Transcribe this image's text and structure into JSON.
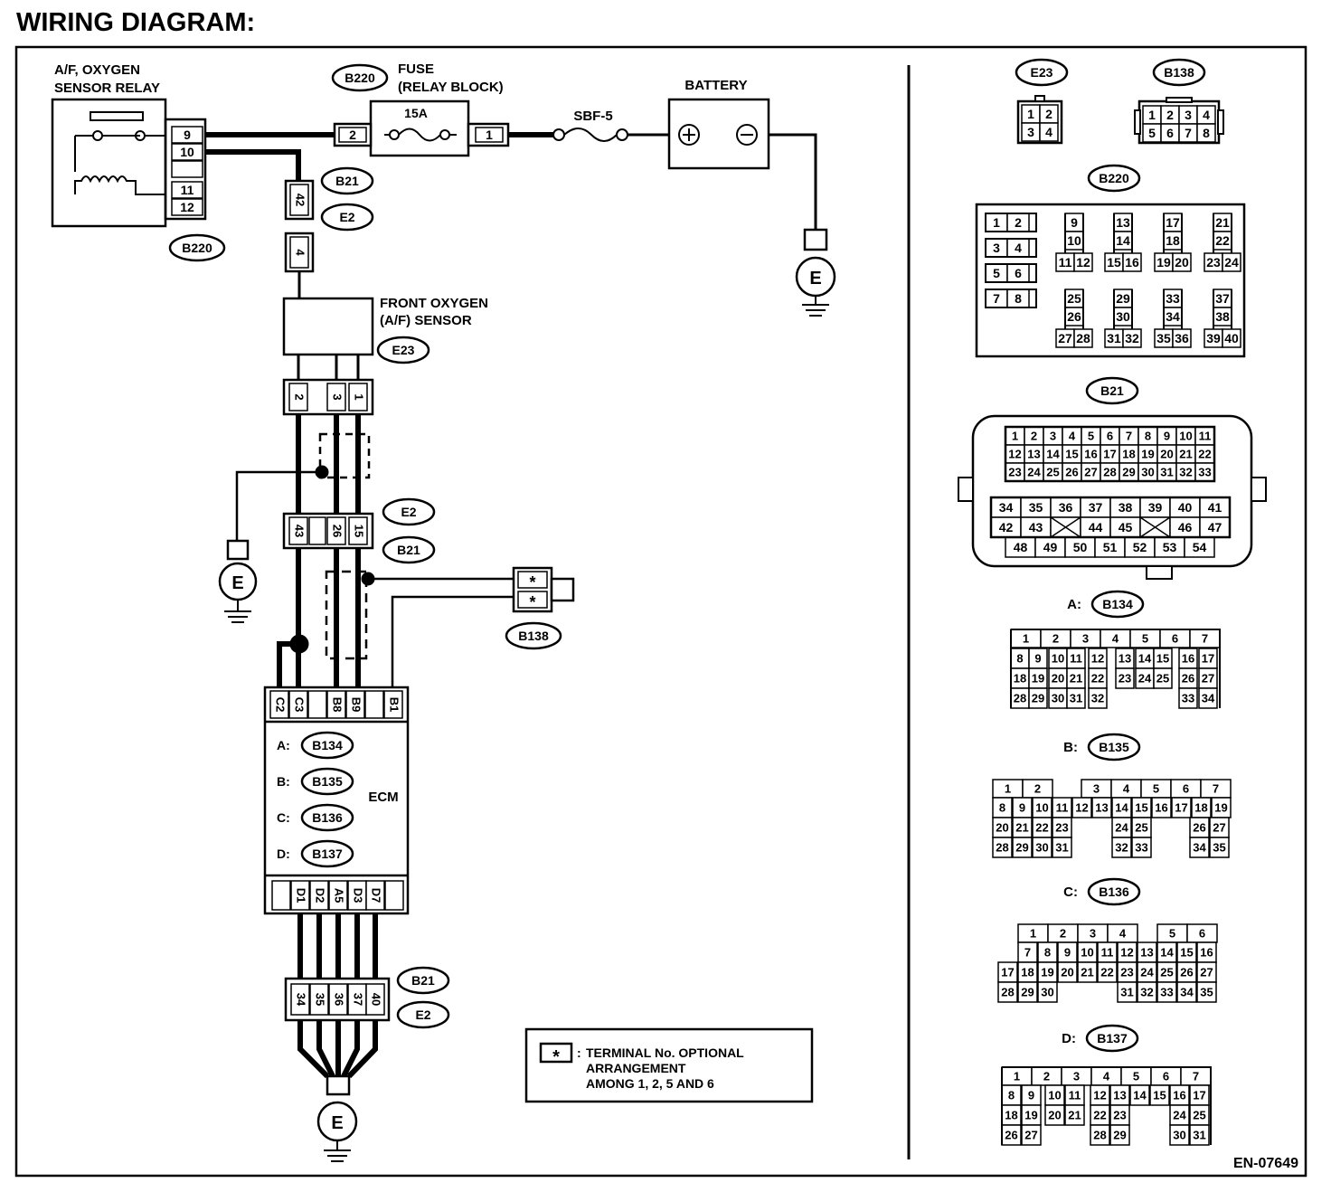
{
  "title": "WIRING DIAGRAM:",
  "figure_id": "EN-07649",
  "components": {
    "relay": {
      "label1": "A/F, OXYGEN",
      "label2": "SENSOR RELAY",
      "connector": "B220",
      "pins": [
        "9",
        "10",
        "",
        "11",
        "12"
      ]
    },
    "fuse": {
      "label1": "FUSE",
      "label2": "(RELAY BLOCK)",
      "rating": "15A",
      "connector": "B220",
      "pin_in": "2",
      "pin_out": "1"
    },
    "sbf": {
      "label": "SBF-5"
    },
    "battery": {
      "label": "BATTERY"
    },
    "sensor": {
      "label1": "FRONT OXYGEN",
      "label2": "(A/F) SENSOR",
      "connector": "E23"
    },
    "ecm": {
      "label": "ECM"
    },
    "ground": "E",
    "star": "*"
  },
  "junctions": {
    "relay_sensor": {
      "upper": "42",
      "lower": "4",
      "conn_a": "B21",
      "conn_b": "E2"
    },
    "sensor_pins": [
      "2",
      "3",
      "1"
    ],
    "mid": {
      "pins": [
        "43",
        "",
        "26",
        "15"
      ],
      "conn_a": "E2",
      "conn_b": "B21"
    },
    "bottom": {
      "pins": [
        "34",
        "35",
        "36",
        "37",
        "40"
      ],
      "conn_a": "B21",
      "conn_b": "E2"
    },
    "b138": {
      "connector": "B138"
    }
  },
  "ecm_connectors": [
    {
      "letter": "A:",
      "name": "B134"
    },
    {
      "letter": "B:",
      "name": "B135"
    },
    {
      "letter": "C:",
      "name": "B136"
    },
    {
      "letter": "D:",
      "name": "B137"
    }
  ],
  "ecm_top_pins": [
    "C2",
    "C3",
    "",
    "B8",
    "B9",
    "",
    "B1"
  ],
  "ecm_bottom_pins": [
    "",
    "D1",
    "D2",
    "A5",
    "D3",
    "D7",
    ""
  ],
  "note": {
    "line1": "TERMINAL No. OPTIONAL",
    "line2": "ARRANGEMENT",
    "line3": "AMONG 1, 2, 5 AND 6"
  },
  "connector_views": {
    "E23": {
      "name": "E23",
      "rows": [
        [
          "1",
          "2"
        ],
        [
          "3",
          "4"
        ]
      ]
    },
    "B138": {
      "name": "B138",
      "rows": [
        [
          "1",
          "2",
          "3",
          "4"
        ],
        [
          "5",
          "6",
          "7",
          "8"
        ]
      ]
    },
    "B220": {
      "name": "B220",
      "groups": [
        [
          "1",
          "2",
          "3",
          "4",
          "5",
          "6",
          "7",
          "8"
        ],
        [
          "9",
          "10",
          "11",
          "12"
        ],
        [
          "13",
          "14",
          "15",
          "16"
        ],
        [
          "17",
          "18",
          "19",
          "20"
        ],
        [
          "21",
          "22",
          "23",
          "24"
        ],
        [
          "25",
          "26",
          "27",
          "28"
        ],
        [
          "29",
          "30",
          "31",
          "32"
        ],
        [
          "33",
          "34",
          "35",
          "36"
        ],
        [
          "37",
          "38",
          "39",
          "40"
        ]
      ]
    },
    "B21": {
      "name": "B21",
      "rows": [
        [
          "1",
          "2",
          "3",
          "4",
          "5",
          "6",
          "7",
          "8",
          "9",
          "10",
          "11"
        ],
        [
          "12",
          "13",
          "14",
          "15",
          "16",
          "17",
          "18",
          "19",
          "20",
          "21",
          "22"
        ],
        [
          "23",
          "24",
          "25",
          "26",
          "27",
          "28",
          "29",
          "30",
          "31",
          "32",
          "33"
        ],
        [
          "34",
          "35",
          "36",
          "37",
          "38",
          "39",
          "40",
          "41"
        ],
        [
          "42",
          "43",
          "",
          "44",
          "45",
          "",
          "46",
          "47"
        ],
        [
          "48",
          "49",
          "50",
          "51",
          "52",
          "53",
          "54"
        ]
      ]
    },
    "B134": {
      "letter": "A:",
      "name": "B134",
      "rows": [
        [
          "1",
          "2",
          "3",
          "4",
          "5",
          "6",
          "7"
        ],
        [
          "8",
          "9",
          "10",
          "11",
          "12",
          "13",
          "14",
          "15",
          "16",
          "17"
        ],
        [
          "18",
          "19",
          "20",
          "21",
          "22",
          "23",
          "24",
          "25",
          "26",
          "27"
        ],
        [
          "28",
          "29",
          "30",
          "31",
          "32",
          "33",
          "34"
        ]
      ]
    },
    "B135": {
      "letter": "B:",
      "name": "B135",
      "rows": [
        [
          "1",
          "2",
          "3",
          "4",
          "5",
          "6",
          "7"
        ],
        [
          "8",
          "9",
          "10",
          "11",
          "12",
          "13",
          "14",
          "15",
          "16",
          "17",
          "18",
          "19"
        ],
        [
          "20",
          "21",
          "22",
          "23",
          "24",
          "25",
          "26",
          "27"
        ],
        [
          "28",
          "29",
          "30",
          "31",
          "32",
          "33",
          "34",
          "35"
        ]
      ]
    },
    "B136": {
      "letter": "C:",
      "name": "B136",
      "rows": [
        [
          "1",
          "2",
          "3",
          "4",
          "5",
          "6"
        ],
        [
          "7",
          "8",
          "9",
          "10",
          "11",
          "12",
          "13",
          "14",
          "15",
          "16"
        ],
        [
          "17",
          "18",
          "19",
          "20",
          "21",
          "22",
          "23",
          "24",
          "25",
          "26",
          "27"
        ],
        [
          "28",
          "29",
          "30",
          "31",
          "32",
          "33",
          "34",
          "35"
        ]
      ]
    },
    "B137": {
      "letter": "D:",
      "name": "B137",
      "rows": [
        [
          "1",
          "2",
          "3",
          "4",
          "5",
          "6",
          "7"
        ],
        [
          "8",
          "9",
          "10",
          "11",
          "12",
          "13",
          "14",
          "15",
          "16",
          "17"
        ],
        [
          "18",
          "19",
          "20",
          "21",
          "22",
          "23",
          "24",
          "25"
        ],
        [
          "26",
          "27",
          "28",
          "29",
          "30",
          "31"
        ]
      ]
    }
  }
}
